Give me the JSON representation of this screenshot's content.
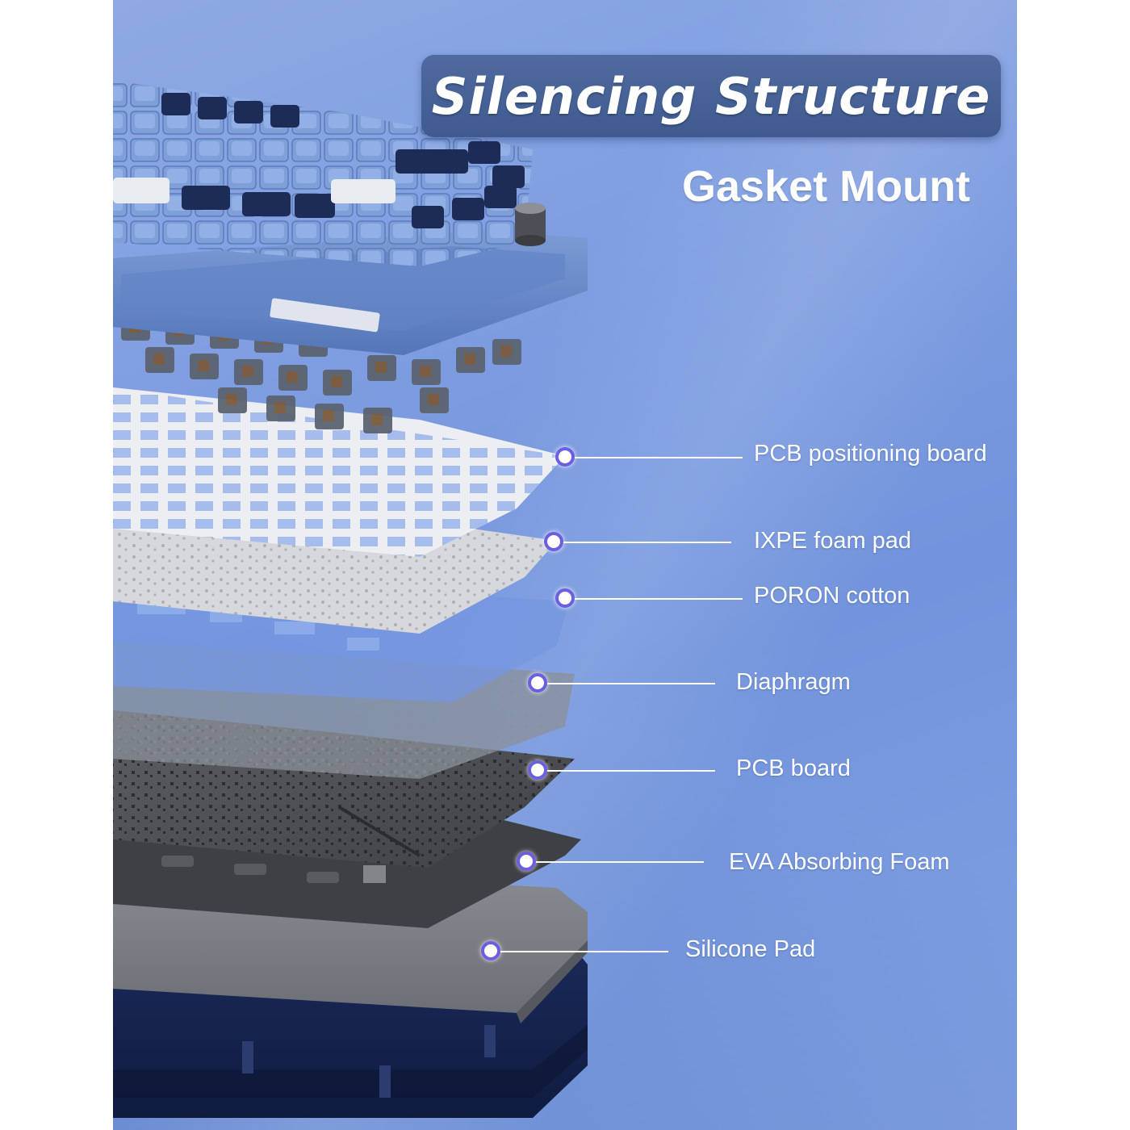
{
  "header": {
    "title": "Silencing Structure",
    "subtitle": "Gasket Mount"
  },
  "layers": [
    {
      "label": "PCB positioning board"
    },
    {
      "label": "IXPE foam pad"
    },
    {
      "label": "PORON cotton"
    },
    {
      "label": "Diaphragm"
    },
    {
      "label": "PCB board"
    },
    {
      "label": "EVA Absorbing Foam"
    },
    {
      "label": "Silicone Pad"
    }
  ],
  "colors": {
    "background": "#7c9be0",
    "title_box": "#4a669b",
    "text": "#ffffff",
    "dot_ring": "#6b5fe0"
  }
}
